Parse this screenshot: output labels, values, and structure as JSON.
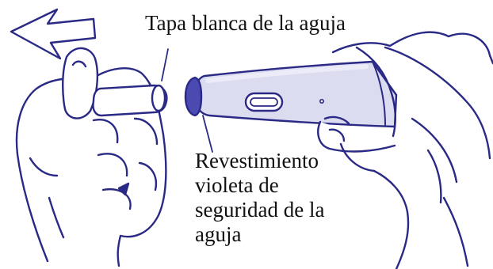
{
  "labels": {
    "needle_cap": "Tapa blanca de la aguja",
    "safety_sleeve_lines": [
      "Revestimiento",
      "violeta de",
      "seguridad de la",
      "aguja"
    ]
  },
  "colors": {
    "outline": "#2a2a86",
    "pen_body": "#dcdcf0",
    "pen_highlight": "#ecebf8",
    "safety_sleeve": "#4a4ab0",
    "needle_cap": "#ffffff",
    "text": "#111111"
  },
  "icons": {
    "direction_arrow": "arrow-left-icon"
  }
}
